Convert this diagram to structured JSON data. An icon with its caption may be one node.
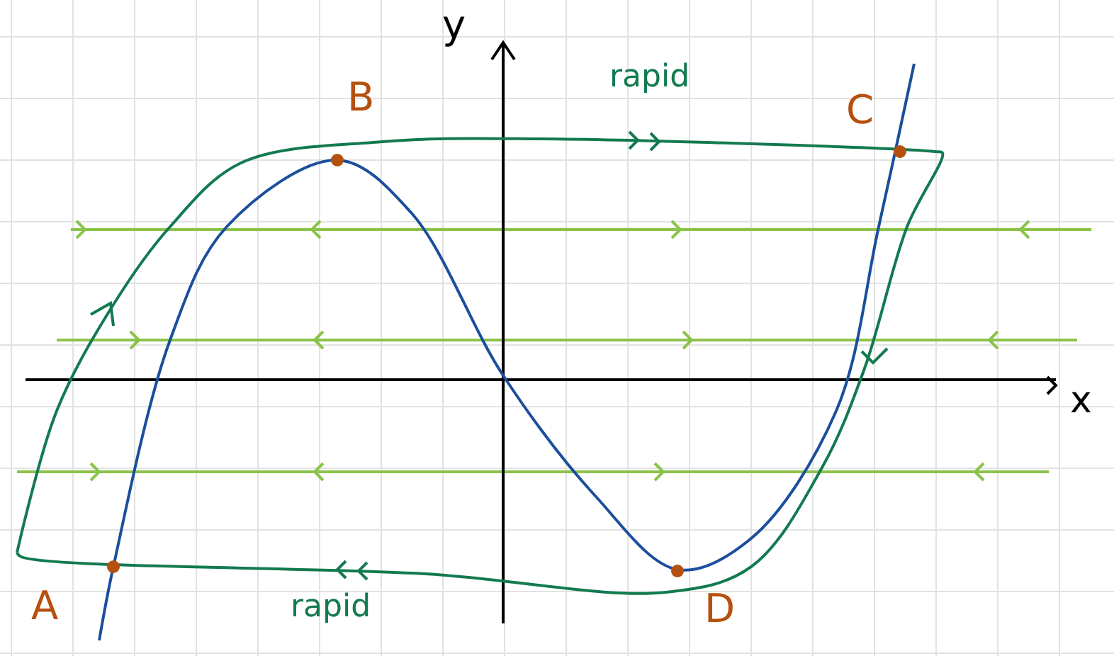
{
  "diagram": {
    "labels": [
      "y",
      "B",
      "rapid",
      "C",
      "x",
      "A",
      "rapid",
      "D"
    ]
  }
}
